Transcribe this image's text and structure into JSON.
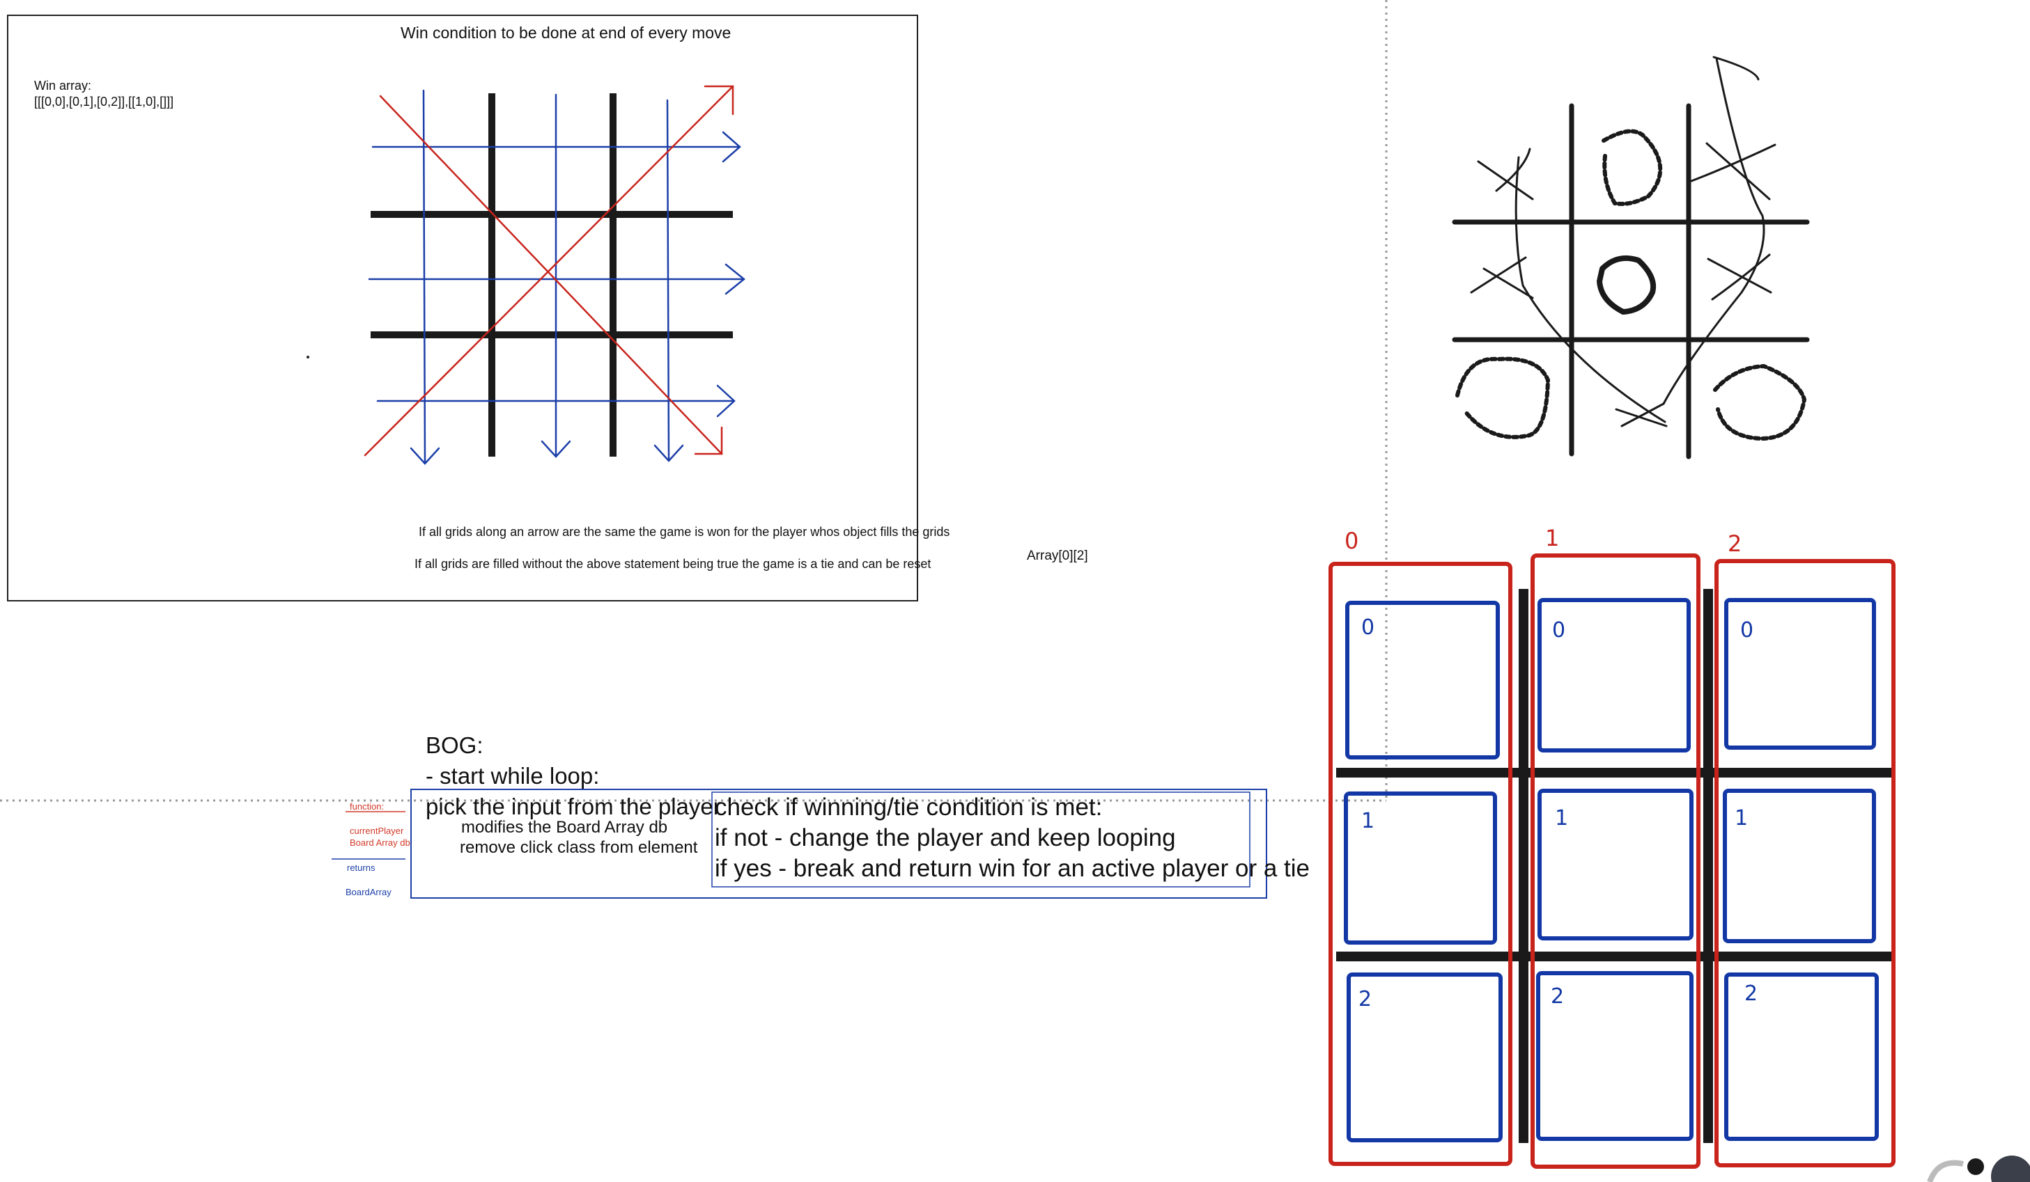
{
  "win_frame": {
    "title": "Win condition to be done at end of every move",
    "win_array_label": "Win array:",
    "win_array_value": "[[[0,0],[0,1],[0,2]],[[1,0],[]]]",
    "note_win": "If all grids along an arrow are the same the game is won for the player whos object fills the grids",
    "note_tie": "If all grids are filled without the above statement being true the game is a tie and can be reset"
  },
  "array_label": "Array[0][2]",
  "bog": {
    "title": "BOG:",
    "line_loop": "- start while loop:",
    "line_pick": "pick the input from the player",
    "sub_modifies": "modifies the Board Array db",
    "sub_remove": "remove click class from element",
    "check_line1": "check if winning/tie condition is met:",
    "check_line2": "if not - change the player and keep looping",
    "check_line3": "if yes - break and return win for an active player or a tie"
  },
  "func_note": {
    "label": "function:",
    "param1": "currentPlayer",
    "param2": "Board Array db",
    "returns_label": "returns",
    "returns_value": "BoardArray"
  },
  "board": {
    "column_indices": [
      "0",
      "1",
      "2"
    ],
    "row_indices": [
      "0",
      "1",
      "2"
    ]
  },
  "colors": {
    "red": "#c8241c",
    "blue": "#1338a6",
    "black": "#1a1a1a"
  }
}
